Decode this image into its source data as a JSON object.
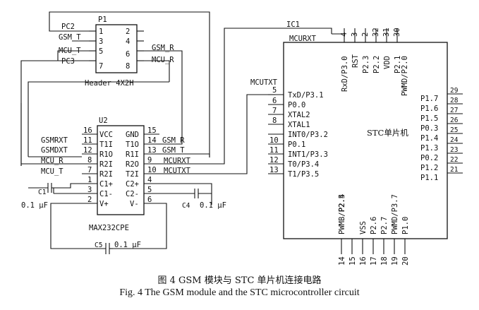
{
  "p1": {
    "ref": "P1",
    "caption": "Header 4X2H",
    "left_pins": [
      {
        "num": "1",
        "net": "PC2"
      },
      {
        "num": "3",
        "net": "GSM_T"
      },
      {
        "num": "5",
        "net": "MCU_T"
      },
      {
        "num": "7",
        "net": "PC3"
      }
    ],
    "right_pins": [
      {
        "num": "2",
        "net": ""
      },
      {
        "num": "4",
        "net": "GSM_R"
      },
      {
        "num": "6",
        "net": ""
      },
      {
        "num": "8",
        "net": "MCU_R"
      }
    ]
  },
  "u2": {
    "ref": "U2",
    "caption": "MAX232CPE",
    "left_pins": [
      {
        "num": "16",
        "name": "VCC",
        "net": ""
      },
      {
        "num": "11",
        "name": "T1I",
        "net": "GSMRXT"
      },
      {
        "num": "12",
        "name": "R1O",
        "net": "GSMDXT"
      },
      {
        "num": "8",
        "name": "R2I",
        "net": "MCU_R"
      },
      {
        "num": "7",
        "name": "R2I",
        "net": "MCU_T"
      },
      {
        "num": "1",
        "name": "C1+",
        "net": ""
      },
      {
        "num": "3",
        "name": "C1-",
        "net": ""
      },
      {
        "num": "2",
        "name": "V+",
        "net": ""
      }
    ],
    "right_pins": [
      {
        "num": "15",
        "name": "GND",
        "net": ""
      },
      {
        "num": "14",
        "name": "T1O",
        "net": "GSM_R"
      },
      {
        "num": "13",
        "name": "R1I",
        "net": "GSM_T"
      },
      {
        "num": "9",
        "name": "R2O",
        "net": "MCURXT"
      },
      {
        "num": "10",
        "name": "T2I",
        "net": "MCUTXT"
      },
      {
        "num": "4",
        "name": "C2+",
        "net": ""
      },
      {
        "num": "5",
        "name": "C2-",
        "net": ""
      },
      {
        "num": "6",
        "name": "V-",
        "net": ""
      }
    ]
  },
  "caps": {
    "c1": {
      "ref": "C1",
      "value": "0.1 μF"
    },
    "c4": {
      "ref": "C4",
      "value": "0.1 μF"
    },
    "c5": {
      "ref": "C5",
      "value": "0.1 μF"
    }
  },
  "ic1": {
    "ref": "IC1",
    "center_label": "STC单片机",
    "net_top": "MCURXT",
    "net_left": "MCUTXT",
    "left_pins": [
      {
        "num": "5",
        "name": "TxD/P3.1"
      },
      {
        "num": "6",
        "name": "P0.0"
      },
      {
        "num": "7",
        "name": "XTAL2"
      },
      {
        "num": "8",
        "name": "XTAL1"
      },
      {
        "num": "10",
        "name": "INT0/P3.2"
      },
      {
        "num": "11",
        "name": "P0.1"
      },
      {
        "num": "12",
        "name": "INT1/P3.3"
      },
      {
        "num": "13",
        "name": "T0/P3.4"
      },
      {
        "num": "",
        "name": "T1/P3.5"
      }
    ],
    "top_pins": [
      {
        "num": "4",
        "name": "RxD/P3.0"
      },
      {
        "num": "3",
        "name": "RST"
      },
      {
        "num": "2",
        "name": "P2.3"
      },
      {
        "num": "32",
        "name": "P2.2"
      },
      {
        "num": "31",
        "name": "VDD"
      },
      {
        "num": "30",
        "name": "P2.1"
      },
      {
        "num": "",
        "name": "PWMD/P2.0"
      }
    ],
    "right_pins": [
      {
        "num": "29",
        "name": "P1.7"
      },
      {
        "num": "28",
        "name": "P1.6"
      },
      {
        "num": "27",
        "name": "P1.5"
      },
      {
        "num": "26",
        "name": "P0.3"
      },
      {
        "num": "25",
        "name": "P1.4"
      },
      {
        "num": "24",
        "name": "P1.3"
      },
      {
        "num": "23",
        "name": "P0.2"
      },
      {
        "num": "22",
        "name": "P1.2"
      },
      {
        "num": "21",
        "name": "P1.1"
      }
    ],
    "bottom_pins": [
      {
        "num": "14",
        "name": "P2.4"
      },
      {
        "num": "15",
        "name": "PWMB/P2.5"
      },
      {
        "num": "16",
        "name": "VSS"
      },
      {
        "num": "17",
        "name": "P2.6"
      },
      {
        "num": "18",
        "name": "P2.7"
      },
      {
        "num": "19",
        "name": "PWMD/P3.7"
      },
      {
        "num": "20",
        "name": "P1.0"
      }
    ]
  },
  "caption": {
    "cn": "图 4   GSM 模块与 STC 单片机连接电路",
    "en": "Fig. 4   The GSM module and the STC microcontroller circuit"
  }
}
